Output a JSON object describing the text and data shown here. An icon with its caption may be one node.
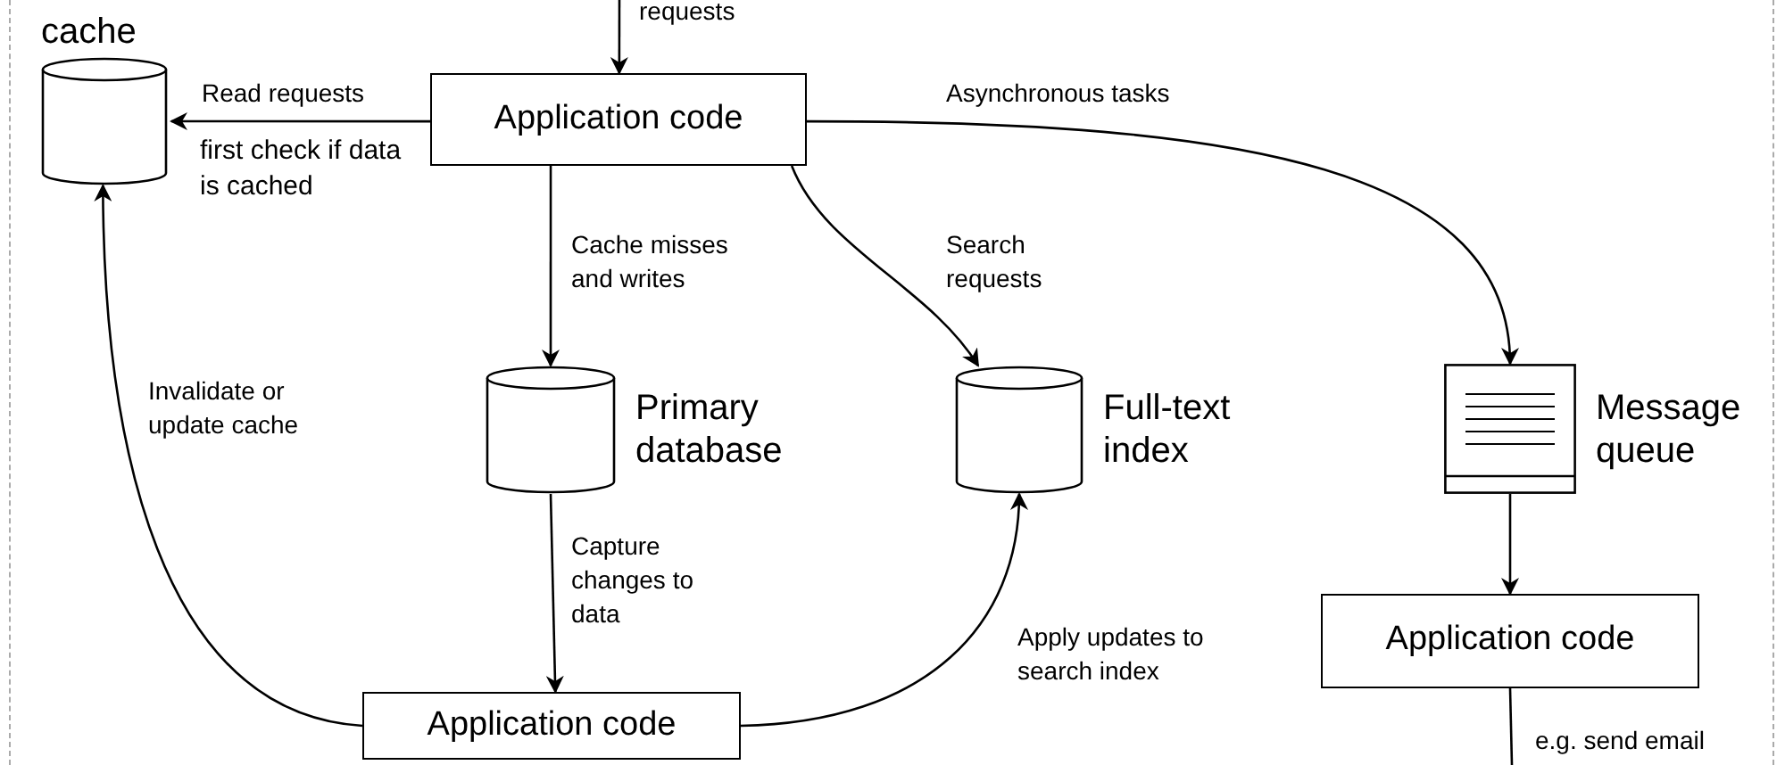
{
  "diagram": {
    "nodes": [
      {
        "text": [
          "cache"
        ]
      },
      {
        "text": [
          "Application code"
        ]
      },
      {
        "text": [
          "Primary database"
        ]
      },
      {
        "text": [
          "Full-text index"
        ]
      },
      {
        "text": [
          "Message queue"
        ]
      },
      {
        "text": [
          "Application code"
        ]
      },
      {
        "text": [
          "Application code"
        ]
      }
    ],
    "edges": [
      {
        "from": null,
        "to": 1,
        "arrow": "to",
        "label": "requests"
      },
      {
        "from": 1,
        "to": 0,
        "arrow": "to",
        "label": "Read requests"
      },
      {
        "from": 1,
        "to": 2,
        "arrow": "to",
        "label": "Cache misses and writes"
      },
      {
        "from": 1,
        "to": 3,
        "arrow": "to",
        "label": "Search requests"
      },
      {
        "from": 1,
        "to": 4,
        "arrow": "to",
        "label": "Asynchronous tasks"
      },
      {
        "from": 2,
        "to": 6,
        "arrow": "to",
        "label": "Capture changes to data"
      },
      {
        "from": 6,
        "to": 0,
        "arrow": "to",
        "label": "Invalidate or update cache"
      },
      {
        "from": 6,
        "to": 3,
        "arrow": "to",
        "label": "Apply updates to search index"
      },
      {
        "from": 4,
        "to": 5,
        "arrow": "to"
      },
      {
        "from": 5,
        "to": null,
        "arrow": "none",
        "label": "e.g. send email"
      }
    ],
    "labels": [
      "first check if data is cached"
    ]
  }
}
